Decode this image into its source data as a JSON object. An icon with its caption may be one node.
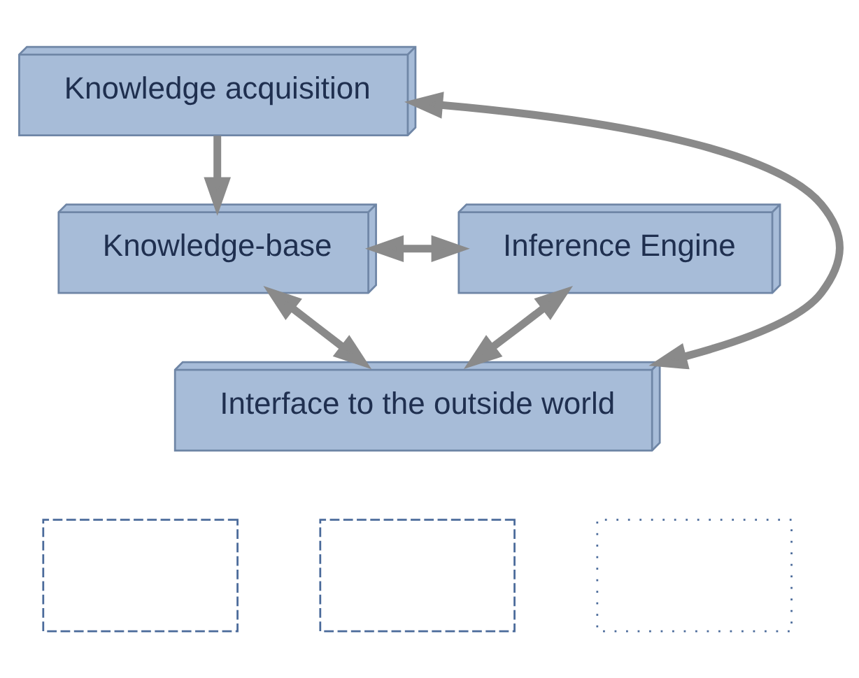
{
  "diagram": {
    "nodes": [
      {
        "text": [
          "Knowledge acquisition"
        ]
      },
      {
        "text": [
          "Knowledge-base"
        ]
      },
      {
        "text": [
          "Inference Engine"
        ]
      },
      {
        "text": [
          "Interface to the outside world"
        ]
      },
      {
        "text": [],
        "shape": "box"
      },
      {
        "text": [],
        "shape": "box"
      },
      {
        "text": [],
        "shape": "box"
      }
    ],
    "edges": [
      {
        "from": 0,
        "to": 1,
        "arrow": "to"
      },
      {
        "from": 1,
        "to": 2,
        "arrow": "both"
      },
      {
        "from": 1,
        "to": 3,
        "arrow": "both"
      },
      {
        "from": 2,
        "to": 3,
        "arrow": "both"
      },
      {
        "from": 3,
        "to": 0,
        "arrow": "both"
      }
    ]
  }
}
